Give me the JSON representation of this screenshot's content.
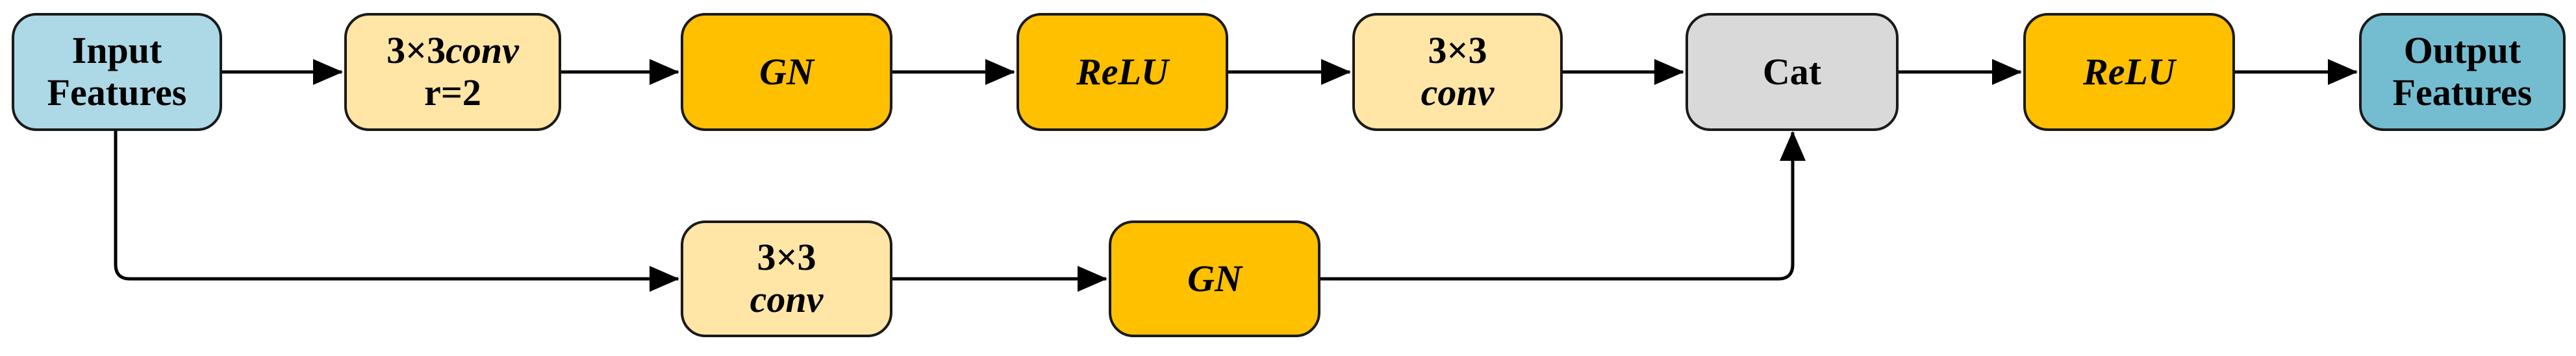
{
  "colors": {
    "input": "#add8e6",
    "conv": "#ffe6a6",
    "norm_act": "#ffc000",
    "cat": "#d9d9d9",
    "output": "#74bdd1",
    "arrow": "#000000"
  },
  "nodes": {
    "input": {
      "line1": "Input",
      "line2": "Features"
    },
    "dilated_conv": {
      "line1_a": "3×3",
      "line1_b": "conv",
      "line2": "r=2"
    },
    "gn_top": {
      "label": "GN"
    },
    "relu_1": {
      "label": "ReLU"
    },
    "conv_top": {
      "line1": "3×3",
      "line2": "conv"
    },
    "cat": {
      "label": "Cat"
    },
    "relu_2": {
      "label": "ReLU"
    },
    "output": {
      "line1": "Output",
      "line2": "Features"
    },
    "conv_bottom": {
      "line1": "3×3",
      "line2": "conv"
    },
    "gn_bottom": {
      "label": "GN"
    }
  }
}
